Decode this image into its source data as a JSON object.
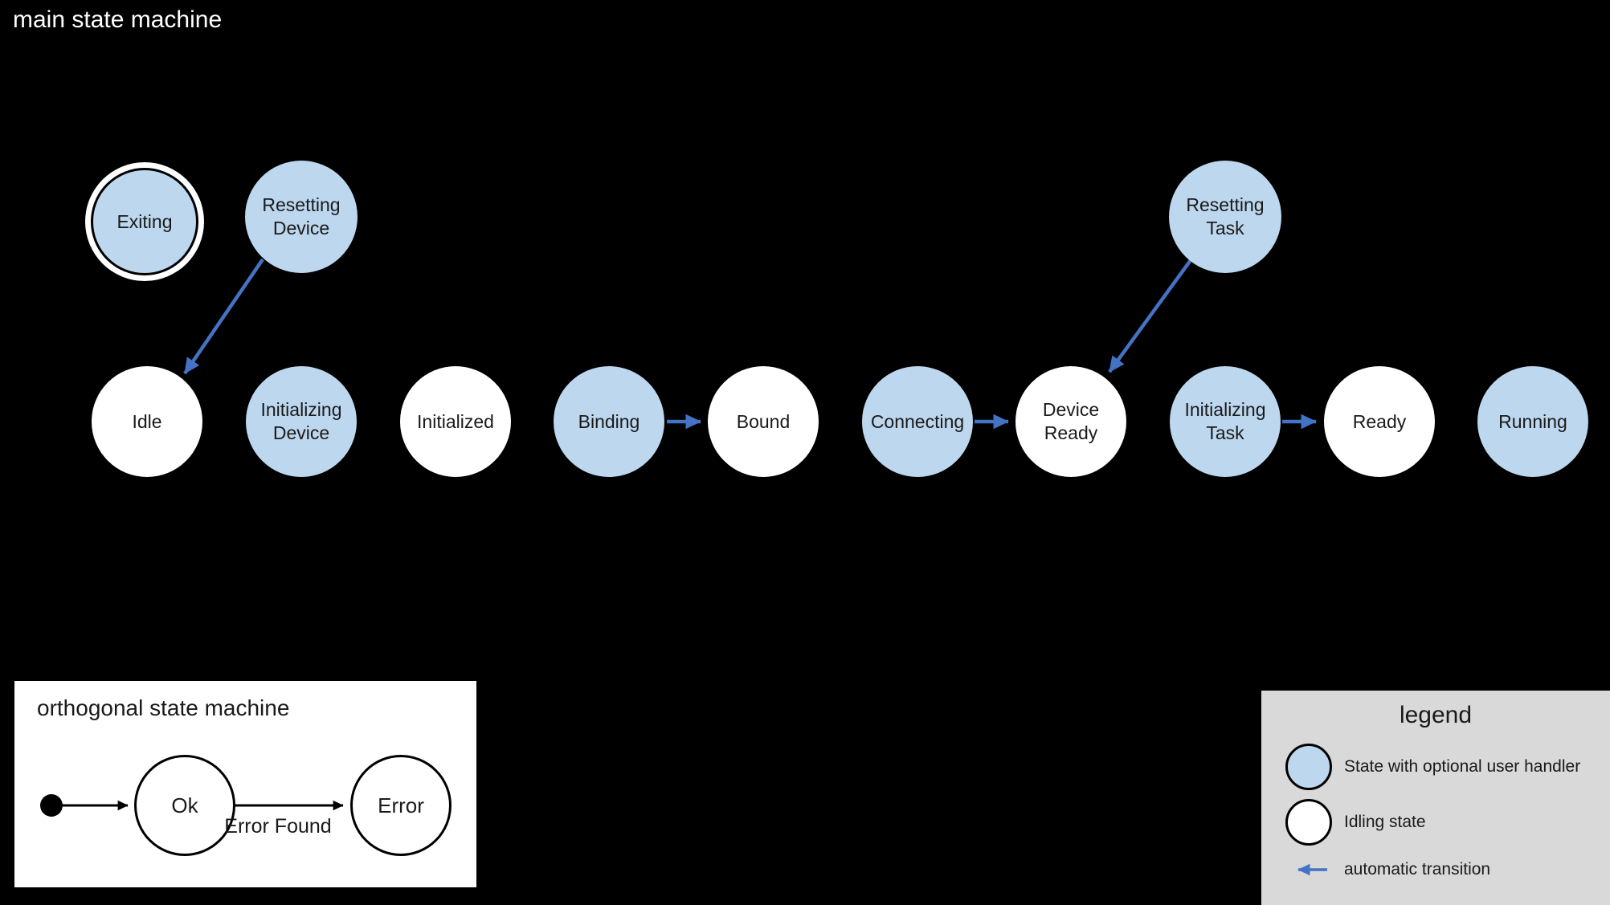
{
  "colors": {
    "background": "#000000",
    "handler_fill": "#bdd7ee",
    "idling_fill": "#ffffff",
    "transition_blue": "#4472c4",
    "legend_bg": "#d9d9d9",
    "outline": "#000000",
    "title_text": "#ffffff",
    "label_text": "#1a1a1a"
  },
  "main": {
    "title": "main state machine",
    "states": [
      {
        "label": "Exiting",
        "kind": "handler",
        "final_state": true
      },
      {
        "label": "Resetting Device",
        "kind": "handler"
      },
      {
        "label": "Resetting Task",
        "kind": "handler"
      },
      {
        "label": "Idle",
        "kind": "idling"
      },
      {
        "label": "Initializing Device",
        "kind": "handler"
      },
      {
        "label": "Initialized",
        "kind": "idling"
      },
      {
        "label": "Binding",
        "kind": "handler"
      },
      {
        "label": "Bound",
        "kind": "idling"
      },
      {
        "label": "Connecting",
        "kind": "handler"
      },
      {
        "label": "Device Ready",
        "kind": "idling"
      },
      {
        "label": "Initializing Task",
        "kind": "handler"
      },
      {
        "label": "Ready",
        "kind": "idling"
      },
      {
        "label": "Running",
        "kind": "handler"
      }
    ],
    "transitions": [
      {
        "from": "Resetting Device",
        "to": "Idle",
        "automatic": true
      },
      {
        "from": "Binding",
        "to": "Bound",
        "automatic": true
      },
      {
        "from": "Connecting",
        "to": "Device Ready",
        "automatic": true
      },
      {
        "from": "Resetting Task",
        "to": "Device Ready",
        "automatic": true
      },
      {
        "from": "Initializing Task",
        "to": "Ready",
        "automatic": true
      }
    ]
  },
  "orthogonal": {
    "title": "orthogonal state machine",
    "states": [
      {
        "label": "Ok"
      },
      {
        "label": "Error"
      }
    ],
    "transitions": [
      {
        "from": "initial",
        "to": "Ok"
      },
      {
        "from": "Ok",
        "to": "Error",
        "label": "Error Found"
      }
    ]
  },
  "legend": {
    "title": "legend",
    "items": [
      {
        "icon": "handler-state-circle",
        "label": "State with optional user handler"
      },
      {
        "icon": "idling-state-circle",
        "label": "Idling state"
      },
      {
        "icon": "automatic-transition-arrow",
        "label": "automatic transition"
      }
    ]
  }
}
